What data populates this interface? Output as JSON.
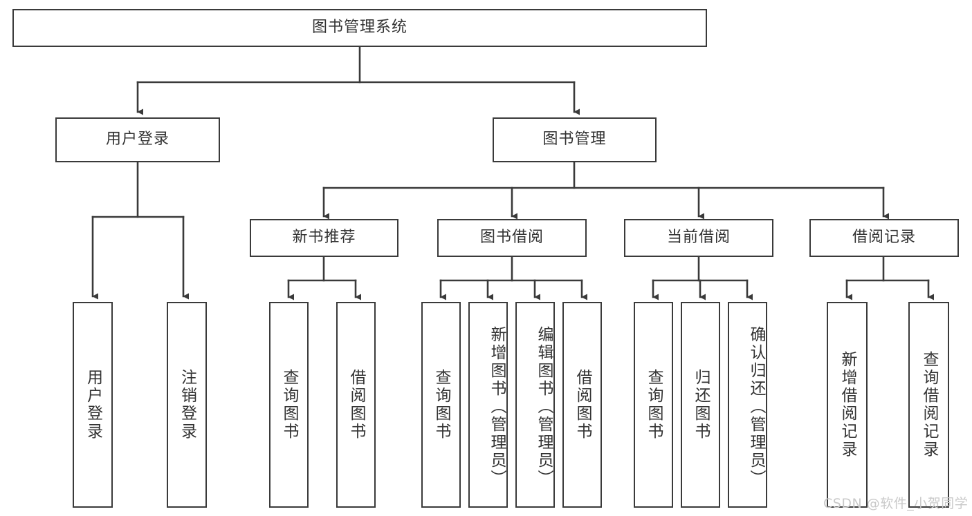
{
  "diagram": {
    "title": "图书管理系统",
    "type": "tree-hierarchy",
    "watermark": "CSDN @软件_小贺同学",
    "colors": {
      "stroke": "#3a3a3a",
      "text": "#333333",
      "background": "#ffffff",
      "watermark": "#c9c9c9"
    },
    "root": {
      "label": "图书管理系统"
    },
    "level2": [
      {
        "label": "用户登录"
      },
      {
        "label": "图书管理"
      }
    ],
    "level3": [
      {
        "label": "新书推荐"
      },
      {
        "label": "图书借阅"
      },
      {
        "label": "当前借阅"
      },
      {
        "label": "借阅记录"
      }
    ],
    "leaves": {
      "user_login": [
        {
          "label": "用户登录"
        },
        {
          "label": "注销登录"
        }
      ],
      "new_book_recommend": [
        {
          "label": "查询图书"
        },
        {
          "label": "借阅图书"
        }
      ],
      "book_borrow": [
        {
          "label": "查询图书"
        },
        {
          "label": "新增图书（管理员）"
        },
        {
          "label": "编辑图书（管理员）"
        },
        {
          "label": "借阅图书"
        }
      ],
      "current_borrow": [
        {
          "label": "查询图书"
        },
        {
          "label": "归还图书"
        },
        {
          "label": "确认归还（管理员）"
        }
      ],
      "borrow_record": [
        {
          "label": "新增借阅记录"
        },
        {
          "label": "查询借阅记录"
        }
      ]
    }
  }
}
